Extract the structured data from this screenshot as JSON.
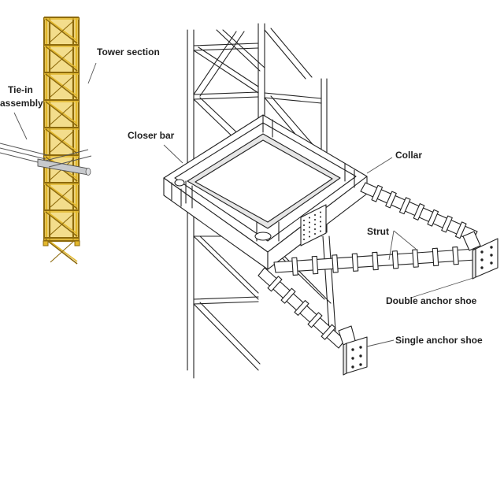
{
  "labels": {
    "tower_section": "Tower section",
    "tie_in_line1": "Tie-in",
    "tie_in_line2": "assembly",
    "closer_bar": "Closer bar",
    "collar": "Collar",
    "strut": "Strut",
    "double_anchor_shoe": "Double anchor shoe",
    "single_anchor_shoe": "Single anchor shoe"
  },
  "colors": {
    "tower_yellow": "#e2b72b",
    "tower_yellow_dark": "#8d6a0c",
    "tie_bar_grey": "#c7c9cc",
    "line": "#222222"
  }
}
